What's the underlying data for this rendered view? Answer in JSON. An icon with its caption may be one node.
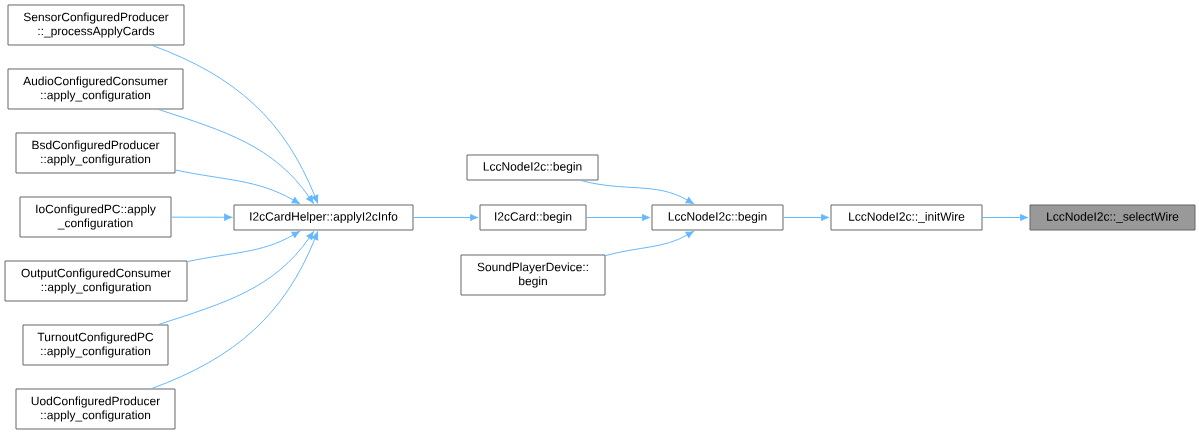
{
  "diagram": {
    "nodes": [
      {
        "text": [
          "SensorConfiguredProducer ::_processApplyCards"
        ]
      },
      {
        "text": [
          "AudioConfiguredConsumer ::apply_configuration"
        ]
      },
      {
        "text": [
          "BsdConfiguredProducer ::apply_configuration"
        ]
      },
      {
        "text": [
          "IoConfiguredPC::apply _configuration"
        ]
      },
      {
        "text": [
          "OutputConfiguredConsumer ::apply_configuration"
        ]
      },
      {
        "text": [
          "TurnoutConfiguredPC ::apply_configuration"
        ]
      },
      {
        "text": [
          "UodConfiguredProducer ::apply_configuration"
        ]
      },
      {
        "text": [
          "I2cCardHelper::applyI2cInfo"
        ]
      },
      {
        "text": [
          "LccNodeI2c::begin"
        ]
      },
      {
        "text": [
          "I2cCard::begin"
        ]
      },
      {
        "text": [
          "SoundPlayerDevice:: begin"
        ]
      },
      {
        "text": [
          "LccNodeI2c::begin"
        ]
      },
      {
        "text": [
          "LccNodeI2c::_initWire"
        ]
      },
      {
        "text": [
          "LccNodeI2c::_selectWire"
        ]
      }
    ],
    "edges": [
      {
        "from": 0,
        "to": 7,
        "arrow": "to"
      },
      {
        "from": 1,
        "to": 7,
        "arrow": "to"
      },
      {
        "from": 2,
        "to": 7,
        "arrow": "to"
      },
      {
        "from": 3,
        "to": 7,
        "arrow": "to"
      },
      {
        "from": 4,
        "to": 7,
        "arrow": "to"
      },
      {
        "from": 5,
        "to": 7,
        "arrow": "to"
      },
      {
        "from": 6,
        "to": 7,
        "arrow": "to"
      },
      {
        "from": 7,
        "to": 9,
        "arrow": "to"
      },
      {
        "from": 8,
        "to": 11,
        "arrow": "to"
      },
      {
        "from": 9,
        "to": 11,
        "arrow": "to"
      },
      {
        "from": 10,
        "to": 11,
        "arrow": "to"
      },
      {
        "from": 11,
        "to": 12,
        "arrow": "to"
      },
      {
        "from": 12,
        "to": 13,
        "arrow": "to"
      }
    ]
  }
}
